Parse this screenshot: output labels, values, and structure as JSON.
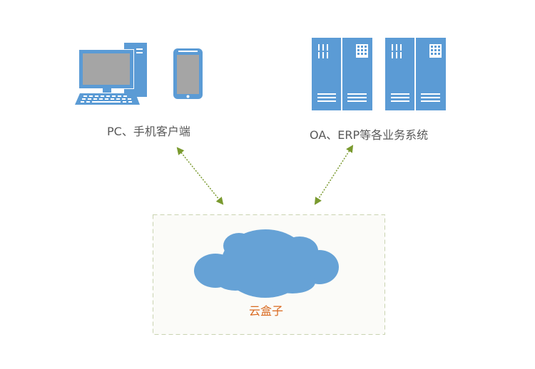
{
  "nodes": {
    "clients": {
      "label": "PC、手机客户端"
    },
    "business": {
      "label": "OA、ERP等各业务系统"
    },
    "cloud": {
      "label": "云盒子"
    }
  },
  "colors": {
    "device_blue": "#5b9bd5",
    "server_blue": "#5b9bd5",
    "cloud_blue": "#66a2d6",
    "arrow_green": "#7a9a2f",
    "cloud_label": "#d9691f",
    "dashed_box": "#c9d3b0"
  }
}
